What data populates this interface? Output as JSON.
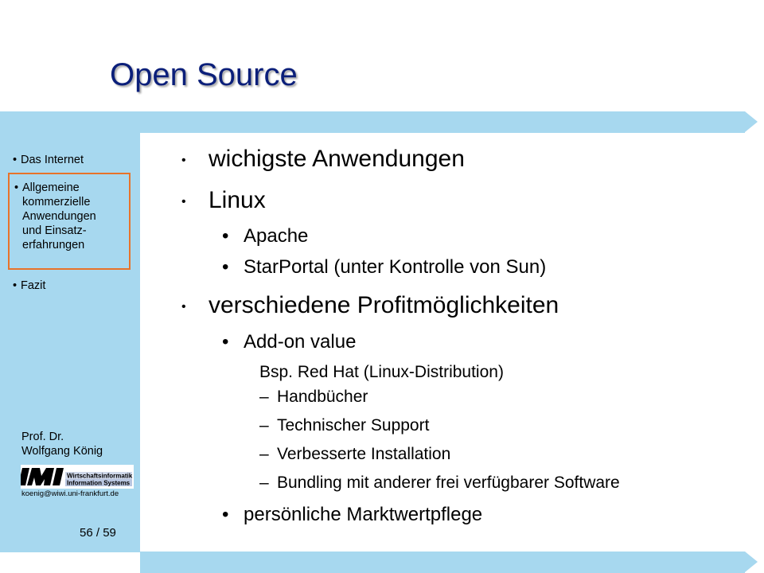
{
  "title": "Open Source",
  "sidebar": {
    "items": [
      {
        "label": "Das Internet"
      },
      {
        "lines": [
          "Allgemeine",
          "kommerzielle",
          "Anwendungen",
          "und Einsatz-",
          "erfahrungen"
        ]
      },
      {
        "label": "Fazit"
      }
    ],
    "author_line1": "Prof. Dr.",
    "author_line2": "Wolfgang König",
    "logo_text_line1": "Wirtschaftsinformatik",
    "logo_text_line2": "Information Systems",
    "email": "koenig@wiwi.uni-frankfurt.de",
    "page_current": "56",
    "page_total": "59"
  },
  "content": {
    "item1": "wichigste Anwendungen",
    "item2": "Linux",
    "item2_sub1": "Apache",
    "item2_sub2": "StarPortal (unter Kontrolle von Sun)",
    "item3": "verschiedene Profitmöglichkeiten",
    "item3_sub1": "Add-on value",
    "item3_sub1_example": "Bsp. Red Hat (Linux-Distribution)",
    "item3_sub1_points": [
      "Handbücher",
      "Technischer Support",
      "Verbesserte Installation",
      "Bundling mit anderer frei verfügbarer Software"
    ],
    "item3_sub2": "persönliche Marktwertpflege"
  },
  "colors": {
    "accent_blue": "#a7d8ef",
    "title": "#0b1f7a",
    "highlight": "#e8732a"
  }
}
